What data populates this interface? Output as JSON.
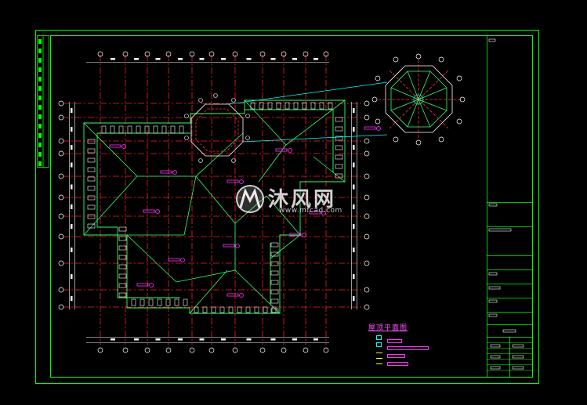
{
  "drawing": {
    "type": "CAD roof plan",
    "colors": {
      "background": "#000000",
      "frame": "#00ff00",
      "axis": "#ff2020",
      "roof": "#33ff66",
      "dimension": "#ffffff",
      "annotation": "#ff33ff",
      "accent": "#00ffff",
      "highlight": "#ffff00"
    }
  },
  "legend": {
    "title": "屋顶平面图"
  },
  "watermark": {
    "text": "沐风网",
    "url": "www.mfcad.com",
    "icon": "mf-logo-icon"
  }
}
